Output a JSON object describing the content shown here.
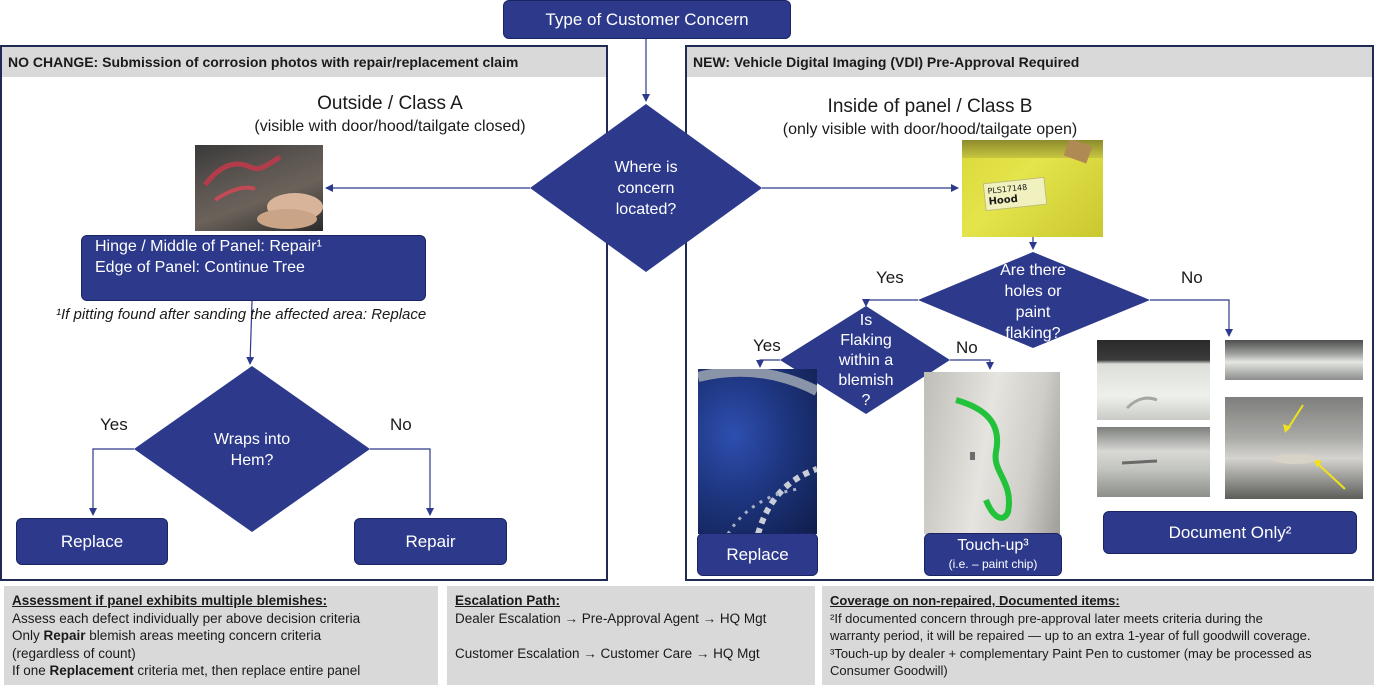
{
  "top": {
    "title": "Type of Customer Concern"
  },
  "left_panel": {
    "header": "NO CHANGE: Submission of corrosion photos with repair/replacement claim",
    "class_title": "Outside / Class A",
    "class_subtitle": "(visible with door/hood/tailgate closed)",
    "repair_box_line1": "Hinge / Middle of Panel: Repair¹",
    "repair_box_line2": "Edge of Panel: Continue Tree",
    "footnote": "¹If pitting found after sanding the affected area: Replace",
    "yes": "Yes",
    "no": "No",
    "decision_line1": "Wraps into",
    "decision_line2": "Hem?",
    "replace": "Replace",
    "repair": "Repair"
  },
  "center_decision": {
    "line1": "Where is",
    "line2": "concern",
    "line3": "located?"
  },
  "right_panel": {
    "header": "NEW:  Vehicle Digital Imaging (VDI) Pre-Approval Required",
    "class_title": "Inside of panel / Class B",
    "class_subtitle": "(only visible with door/hood/tailgate open)",
    "photo_label_line1": "PLS17148",
    "photo_label_line2": "Hood",
    "decision_line1": "Are there",
    "decision_line2": "holes or",
    "decision_line3": "paint",
    "decision_line4": "flaking?",
    "yes": "Yes",
    "no": "No",
    "flaking_line1": "Is",
    "flaking_line2": "Flaking",
    "flaking_line3": "within a",
    "flaking_line4": "blemish",
    "flaking_line5": "?",
    "yes2": "Yes",
    "no2": "No",
    "replace": "Replace",
    "touchup": "Touch-up³",
    "touchup_sub": "(i.e. – paint chip)",
    "document": "Document Only²"
  },
  "bottom": {
    "assessment": {
      "title": "Assessment if panel exhibits multiple blemishes:",
      "line1": "Assess each defect individually per above decision criteria",
      "line2_pre": "Only ",
      "line2_bold": "Repair",
      "line2_post": " blemish areas meeting concern criteria",
      "line3": "(regardless of count)",
      "line4_pre": "If one ",
      "line4_bold": "Replacement",
      "line4_post": " criteria met, then replace entire panel"
    },
    "escalation": {
      "title": "Escalation Path:",
      "line1": "Dealer Escalation → Pre-Approval Agent → HQ Mgt",
      "line2": "Customer Escalation → Customer Care → HQ Mgt"
    },
    "coverage": {
      "title": "Coverage on non-repaired, Documented items:",
      "line1": "²If documented concern through pre-approval later meets criteria during the",
      "line2": "warranty period, it will be repaired — up to an extra 1-year of full goodwill coverage.",
      "line3": "³Touch-up by dealer + complementary Paint Pen to customer (may be processed as",
      "line4": "Consumer Goodwill)"
    }
  },
  "colors": {
    "navy": "#2d3a8c",
    "border": "#1f2a55",
    "header_gray": "#d9d9d9",
    "arrow": "#2d3a8c"
  }
}
